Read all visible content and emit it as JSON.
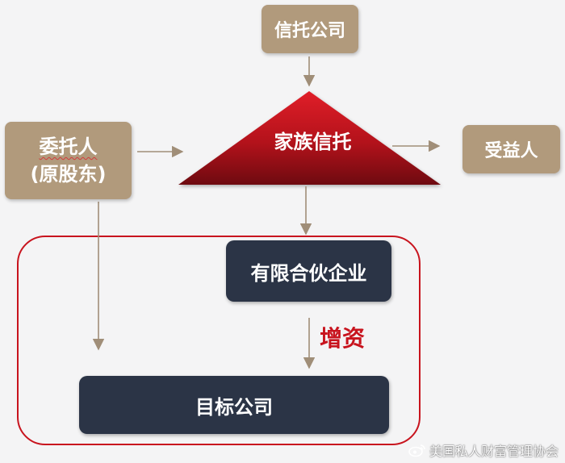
{
  "nodes": {
    "trust_company": "信托公司",
    "settlor_line1": "委托人",
    "settlor_line2": "(原股东)",
    "family_trust": "家族信托",
    "beneficiary": "受益人",
    "partnership": "有限合伙企业",
    "target_company": "目标公司"
  },
  "annotations": {
    "capital_increase": "增资"
  },
  "watermark": {
    "text": "美国私人财富管理协会",
    "icon": "weibo-icon"
  },
  "colors": {
    "tan_box": "#b19a7c",
    "navy_box": "#2b3446",
    "triangle_red": "#c8141e",
    "triangle_dark": "#6e0a10",
    "arrow": "#a08e78",
    "frame_red": "#c8141e",
    "label_red": "#c8141e"
  }
}
